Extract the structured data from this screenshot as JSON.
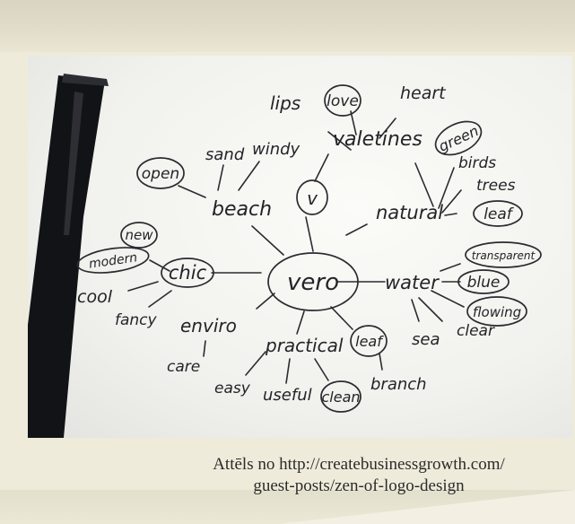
{
  "mindmap": {
    "center": "vero",
    "valentines": "valetines",
    "lips": "lips",
    "love": "love",
    "heart": "heart",
    "v": "v",
    "beach": "beach",
    "sand": "sand",
    "windy": "windy",
    "open": "open",
    "natural": "natural",
    "green": "green",
    "birds": "birds",
    "trees": "trees",
    "leaf_top": "leaf",
    "chic": "chic",
    "new": "new",
    "modern": "modern",
    "cool": "cool",
    "fancy": "fancy",
    "water": "water",
    "transparent": "transparent",
    "blue": "blue",
    "flowing": "flowing",
    "clear": "clear",
    "sea": "sea",
    "enviro": "enviro",
    "care": "care",
    "practical": "practical",
    "easy": "easy",
    "useful": "useful",
    "clean": "clean",
    "leaf_bottom": "leaf",
    "branch": "branch"
  },
  "caption": {
    "line1": "Attēls no http://createbusinessgrowth.com/",
    "line2": "guest-posts/zen-of-logo-design"
  }
}
